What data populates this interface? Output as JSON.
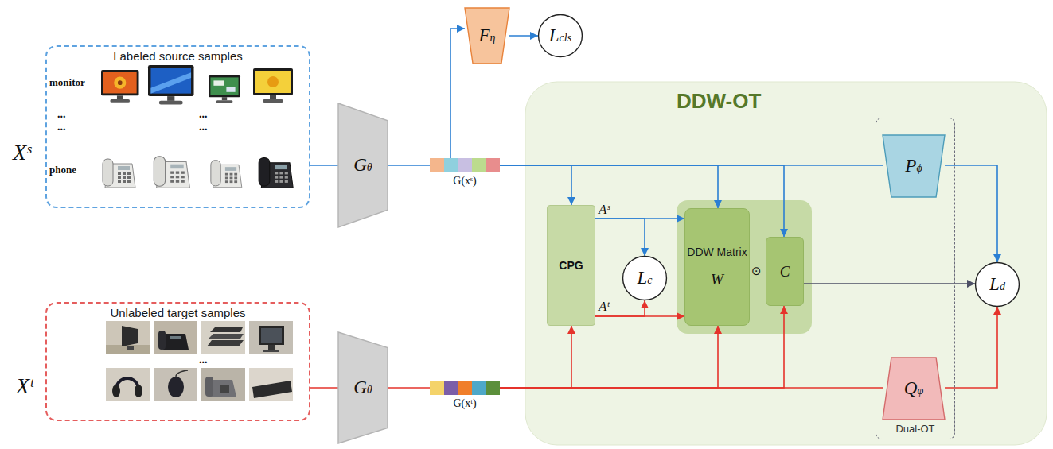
{
  "diagram": {
    "nodes": [
      {
        "text": [
          "Labeled source samples"
        ]
      },
      {
        "text": [
          "Gθ"
        ]
      },
      {
        "text": [
          "G(xˢ)"
        ]
      },
      {
        "text": [
          "Fη"
        ]
      },
      {
        "text": [
          "Lcls"
        ]
      },
      {
        "text": [
          "Unlabeled target samples"
        ]
      },
      {
        "text": [
          "Gθ"
        ]
      },
      {
        "text": [
          "G(xᵗ)"
        ]
      },
      {
        "text": [
          "DDW-OT"
        ]
      },
      {
        "text": [
          "CPG"
        ],
        "in": 8
      },
      {
        "text": [
          "Lc"
        ],
        "in": 8
      },
      {
        "text": [
          "DDW Matrix",
          "W"
        ],
        "in": 8
      },
      {
        "text": [
          "C"
        ],
        "in": 8
      },
      {
        "text": [
          "Dual-OT"
        ],
        "in": 8
      },
      {
        "text": [
          "Pϕ"
        ],
        "in": 13
      },
      {
        "text": [
          "Qφ"
        ],
        "in": 13
      },
      {
        "text": [
          "Ld"
        ],
        "in": 8
      }
    ],
    "edges": [
      {
        "from": 0,
        "to": 1,
        "arrow": "none"
      },
      {
        "from": 1,
        "to": 2,
        "arrow": "none"
      },
      {
        "from": 2,
        "to": 3,
        "arrow": "to"
      },
      {
        "from": 3,
        "to": 4,
        "arrow": "to"
      },
      {
        "from": 2,
        "to": 9,
        "arrow": "to"
      },
      {
        "from": 2,
        "to": 11,
        "arrow": "to"
      },
      {
        "from": 2,
        "to": 12,
        "arrow": "to"
      },
      {
        "from": 2,
        "to": 14,
        "arrow": "none"
      },
      {
        "from": 14,
        "to": 16,
        "arrow": "to"
      },
      {
        "from": 5,
        "to": 6,
        "arrow": "none"
      },
      {
        "from": 6,
        "to": 7,
        "arrow": "none"
      },
      {
        "from": 7,
        "to": 9,
        "arrow": "to"
      },
      {
        "from": 7,
        "to": 11,
        "arrow": "to"
      },
      {
        "from": 7,
        "to": 12,
        "arrow": "to"
      },
      {
        "from": 7,
        "to": 15,
        "arrow": "none"
      },
      {
        "from": 15,
        "to": 16,
        "arrow": "to"
      },
      {
        "from": 9,
        "to": 11,
        "arrow": "to",
        "label": "Aˢ"
      },
      {
        "from": 9,
        "to": 10,
        "arrow": "to"
      },
      {
        "from": 9,
        "to": 11,
        "arrow": "to",
        "label": "Aᵗ"
      },
      {
        "from": 9,
        "to": 10,
        "arrow": "to"
      },
      {
        "from": 12,
        "to": 16,
        "arrow": "to"
      }
    ],
    "labels": [
      "Xˢ",
      "monitor",
      "...",
      "...",
      "...",
      "...",
      "phone",
      "Xᵗ",
      "...",
      "⊙"
    ]
  }
}
